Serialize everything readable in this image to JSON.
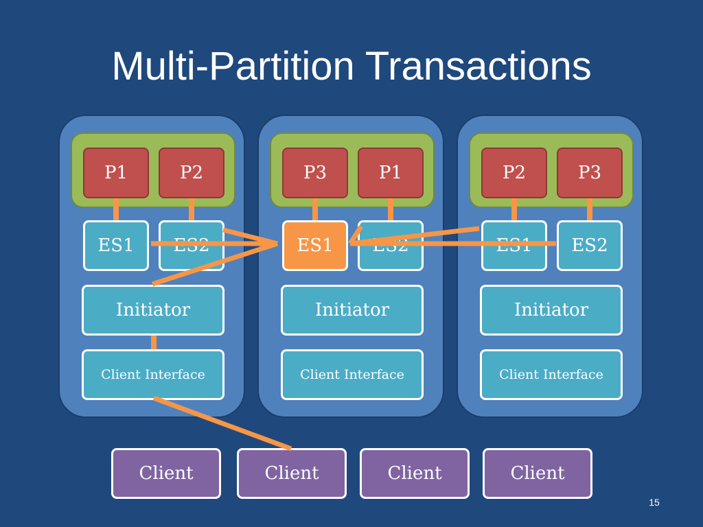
{
  "title": "Multi-Partition Transactions",
  "page_number": "15",
  "nodes": [
    {
      "partitions": [
        "P1",
        "P2"
      ],
      "sites": [
        "ES1",
        "ES2"
      ],
      "initiator": "Initiator",
      "client_interface": "Client Interface"
    },
    {
      "partitions": [
        "P3",
        "P1"
      ],
      "sites": [
        "ES1",
        "ES2"
      ],
      "initiator": "Initiator",
      "client_interface": "Client Interface"
    },
    {
      "partitions": [
        "P2",
        "P3"
      ],
      "sites": [
        "ES1",
        "ES2"
      ],
      "initiator": "Initiator",
      "client_interface": "Client Interface"
    }
  ],
  "highlighted_site": "ES1",
  "clients": [
    "Client",
    "Client",
    "Client",
    "Client"
  ],
  "colors": {
    "background": "#1f497d",
    "node": "#4f81bd",
    "partition_group": "#9bbb59",
    "partition": "#c0504d",
    "site": "#4bacc6",
    "highlight": "#f79646",
    "client": "#8064a2",
    "connector": "#f79646"
  }
}
